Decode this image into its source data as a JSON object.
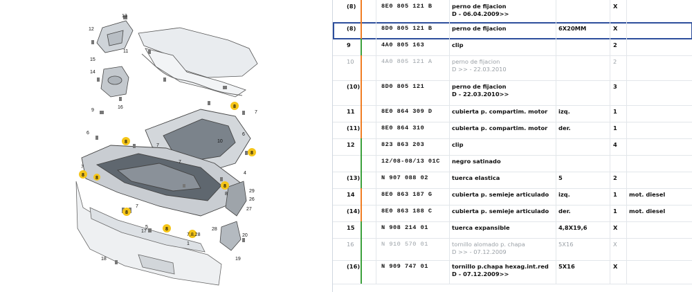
{
  "diagram": {
    "callouts": [
      "13",
      "12",
      "11",
      "15",
      "14",
      "16",
      "9",
      "6",
      "8",
      "7",
      "8",
      "7",
      "8",
      "6",
      "7",
      "8",
      "8",
      "8",
      "7",
      "8",
      "4",
      "10",
      "8",
      "29",
      "26",
      "27",
      "7",
      "5",
      "17",
      "8",
      "7,8,28",
      "28",
      "20",
      "1",
      "18",
      "19"
    ]
  },
  "colors": {
    "orange_bar": "#f07d22",
    "green_bar": "#3ca03c",
    "selection_border": "#2d4e9c",
    "badge": "#f5c518"
  },
  "parts": [
    {
      "pos": "(8)",
      "number": "8E0  805  121  B",
      "desc": [
        "perno de fijacion",
        "D - 06.04.2009>>"
      ],
      "remark": "",
      "qty": "X",
      "model": "",
      "style": "bold",
      "bar": "orange"
    },
    {
      "pos": "(8)",
      "number": "8D0  805  121  B",
      "desc": [
        "perno de fijacion"
      ],
      "remark": "6X20MM",
      "qty": "X",
      "model": "",
      "style": "bold sel",
      "bar": "orange"
    },
    {
      "pos": "9",
      "number": "4A0  805  163",
      "desc": [
        "clip"
      ],
      "remark": "",
      "qty": "2",
      "model": "",
      "style": "bold",
      "bar": "green"
    },
    {
      "pos": "10",
      "number": "4A0  805  121  A",
      "desc": [
        "perno de fijacion",
        "D             >> - 22.03.2010"
      ],
      "remark": "",
      "qty": "2",
      "model": "",
      "style": "grey",
      "bar": "orange"
    },
    {
      "pos": "(10)",
      "number": "8D0  805  121",
      "desc": [
        "perno de fijacion",
        "D - 22.03.2010>>"
      ],
      "remark": "",
      "qty": "3",
      "model": "",
      "style": "bold",
      "bar": "orange"
    },
    {
      "pos": "11",
      "number": "8E0  864  309  D",
      "desc": [
        "cubierta p. compartim. motor"
      ],
      "remark": "izq.",
      "qty": "1",
      "model": "",
      "style": "bold",
      "bar": "orange"
    },
    {
      "pos": "(11)",
      "number": "8E0  864  310",
      "desc": [
        "cubierta p. compartim. motor"
      ],
      "remark": "der.",
      "qty": "1",
      "model": "",
      "style": "bold",
      "bar": "orange"
    },
    {
      "pos": "12",
      "number": "823  863  203",
      "desc": [
        "clip"
      ],
      "remark": "",
      "qty": "4",
      "model": "",
      "style": "bold",
      "bar": "green"
    },
    {
      "pos": "",
      "number": "12/08-08/13 01C",
      "desc": [
        "negro satinado"
      ],
      "remark": "",
      "qty": "",
      "model": "",
      "style": "bold",
      "bar": "green"
    },
    {
      "pos": "(13)",
      "number": "N    907  088  02",
      "desc": [
        "tuerca elastica"
      ],
      "remark": "5",
      "qty": "2",
      "model": "",
      "style": "bold",
      "bar": "green"
    },
    {
      "pos": "14",
      "number": "8E0  863  187  G",
      "desc": [
        "cubierta p. semieje articulado"
      ],
      "remark": "izq.",
      "qty": "1",
      "model": "mot. diesel",
      "style": "bold",
      "bar": "orange"
    },
    {
      "pos": "(14)",
      "number": "8E0  863  188  C",
      "desc": [
        "cubierta p. semieje articulado"
      ],
      "remark": "der.",
      "qty": "1",
      "model": "mot. diesel",
      "style": "bold",
      "bar": "orange"
    },
    {
      "pos": "15",
      "number": "N    908  214  01",
      "desc": [
        "tuerca expansible"
      ],
      "remark": "4,8X19,6",
      "qty": "X",
      "model": "",
      "style": "bold",
      "bar": "green"
    },
    {
      "pos": "16",
      "number": "N    910  570  01",
      "desc": [
        "tornillo alomado p. chapa",
        "D             >> - 07.12.2009"
      ],
      "remark": "5X16",
      "qty": "X",
      "model": "",
      "style": "grey",
      "bar": "green"
    },
    {
      "pos": "(16)",
      "number": "N    909  747  01",
      "desc": [
        "tornillo p.chapa hexag.int.red",
        "D - 07.12.2009>>"
      ],
      "remark": "5X16",
      "qty": "X",
      "model": "",
      "style": "bold",
      "bar": "green"
    }
  ]
}
